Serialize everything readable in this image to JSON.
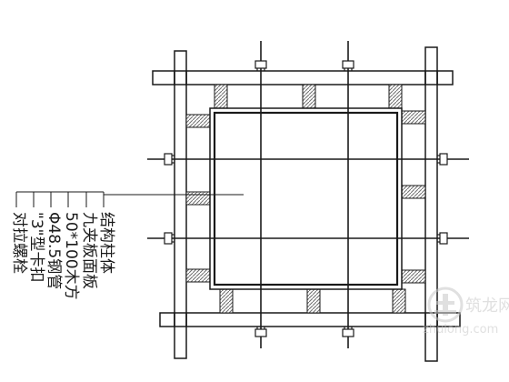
{
  "labels": [
    "结构柱体",
    "九夹板面板",
    "50*100木方",
    "Φ48.5钢管",
    "\"3\"型卡扣",
    "对拉螺栓"
  ],
  "watermark": {
    "cn": "筑龙网",
    "en": "zhulong.com"
  },
  "colors": {
    "line": "#1a1a1a",
    "hatch": "#9a9a9a",
    "watermark": "#c8c8c8"
  }
}
